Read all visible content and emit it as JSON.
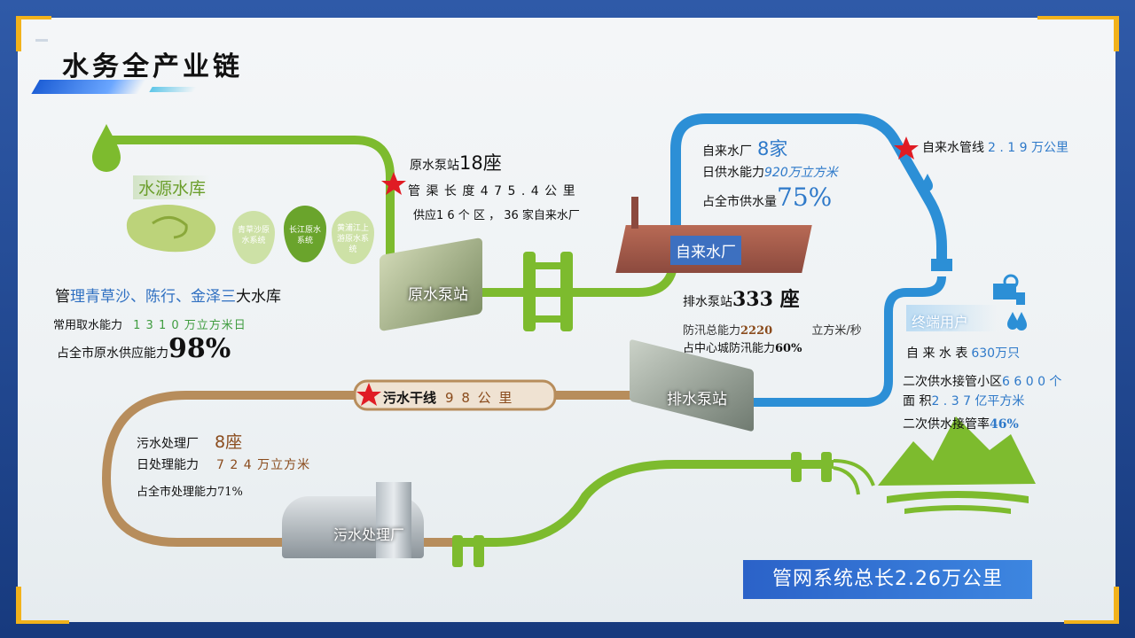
{
  "title": "水务全产业链",
  "reservoir": {
    "heading": "水源水库",
    "bubbles": [
      "青草沙原水系统",
      "长江原水系统",
      "黄浦江上游原水系统"
    ],
    "manage_pre": "管",
    "manage_main": "理青草沙、陈行、金泽三",
    "manage_post": "大水库",
    "capacity_label": "常用取水能力",
    "capacity_value": "1 3 1 0 万立方米日",
    "share_label": "占全市原水供应能力",
    "share_value": "98%"
  },
  "raw_station": {
    "label": "原水泵站",
    "count_label": "原水泵站",
    "count_value": "18座",
    "pipe_label": "管 渠 长 度 4 7 5 . 4 公 里",
    "supply_label": "供应1 6 个 区 ，  36 家自来水厂"
  },
  "water_plant": {
    "label": "自来水厂",
    "count_label": "自来水厂",
    "count_value": "8家",
    "daily_label": "日供水能力",
    "daily_value": "920万立方米",
    "share_label": "占全市供水量",
    "share_value": "75%"
  },
  "tap_pipeline": {
    "label": "自来水管线",
    "value": "2 . 1 9 万公里"
  },
  "drain_station": {
    "label": "排水泵站",
    "count_label": "排水泵站",
    "count_value": "333 座",
    "flood_label": "防汛总能力",
    "flood_value": "2220",
    "flood_unit": "立方米/秒",
    "city_label": "占中心城防汛能力",
    "city_value": "60%"
  },
  "terminal": {
    "label": "终端用户",
    "meter_label": "自 来 水 表",
    "meter_value": "630万只",
    "secondary_label": "二次供水接管小区",
    "secondary_value": "6 6 0 0 个",
    "area_label": "面 积",
    "area_value": "2 . 3 7 亿平方米",
    "rate_label": "二次供水接管率",
    "rate_value": "46%"
  },
  "sewage_main": {
    "label": "污水干线",
    "value": "9 8 公 里"
  },
  "sewage_plant": {
    "label": "污水处理厂",
    "count_label": "污水处理厂",
    "count_value": "8座",
    "daily_label": "日处理能力",
    "daily_value": "7 2 4 万立方米",
    "share_label": "占全市处理能力",
    "share_value": "71%"
  },
  "network_total": "管网系统总长2.26万公里",
  "colors": {
    "green_pipe": "#7dbb2e",
    "blue_pipe": "#2c8fd6",
    "brown_pipe": "#b78d5c",
    "accent_yellow": "#f2b21b",
    "star_red": "#e01c24"
  }
}
